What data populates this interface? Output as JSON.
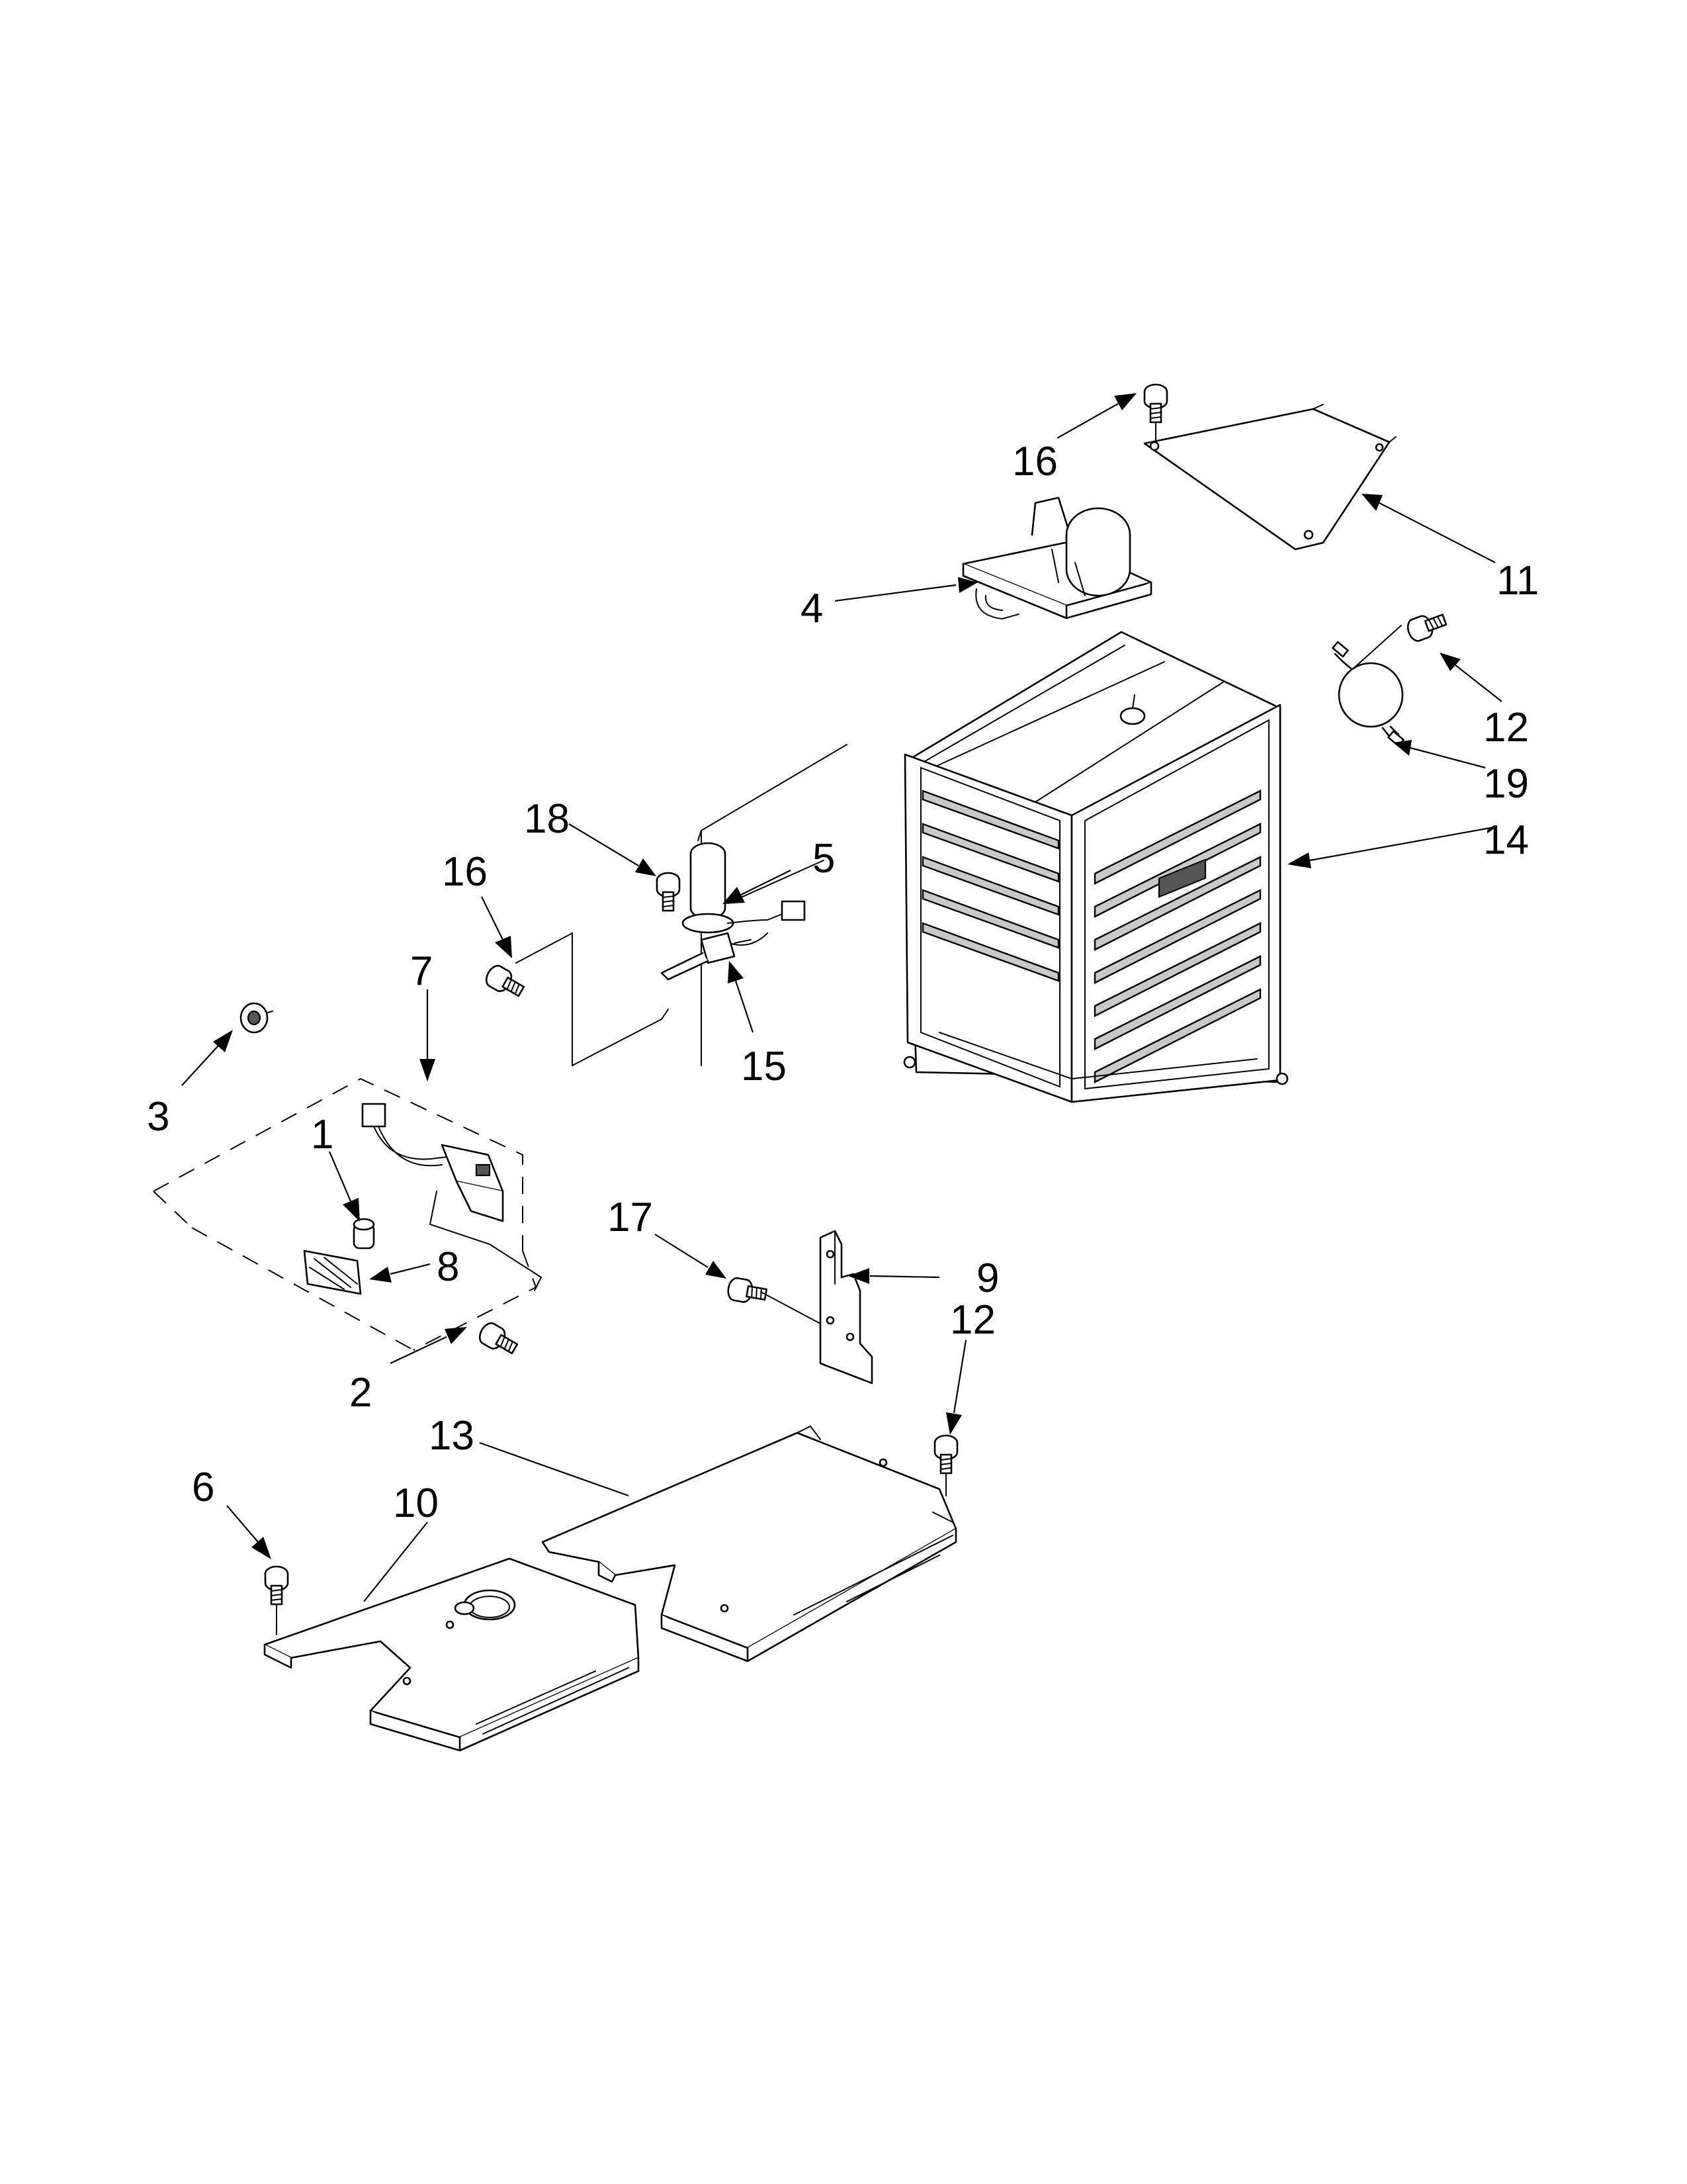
{
  "callouts": [
    {
      "id": "c16a",
      "label": "16"
    },
    {
      "id": "c11",
      "label": "11"
    },
    {
      "id": "c4",
      "label": "4"
    },
    {
      "id": "c12a",
      "label": "12"
    },
    {
      "id": "c19",
      "label": "19"
    },
    {
      "id": "c14",
      "label": "14"
    },
    {
      "id": "c18",
      "label": "18"
    },
    {
      "id": "c5",
      "label": "5"
    },
    {
      "id": "c16b",
      "label": "16"
    },
    {
      "id": "c15",
      "label": "15"
    },
    {
      "id": "c7",
      "label": "7"
    },
    {
      "id": "c3",
      "label": "3"
    },
    {
      "id": "c1",
      "label": "1"
    },
    {
      "id": "c8",
      "label": "8"
    },
    {
      "id": "c2",
      "label": "2"
    },
    {
      "id": "c17",
      "label": "17"
    },
    {
      "id": "c9",
      "label": "9"
    },
    {
      "id": "c12b",
      "label": "12"
    },
    {
      "id": "c13",
      "label": "13"
    },
    {
      "id": "c6",
      "label": "6"
    },
    {
      "id": "c10",
      "label": "10"
    }
  ]
}
